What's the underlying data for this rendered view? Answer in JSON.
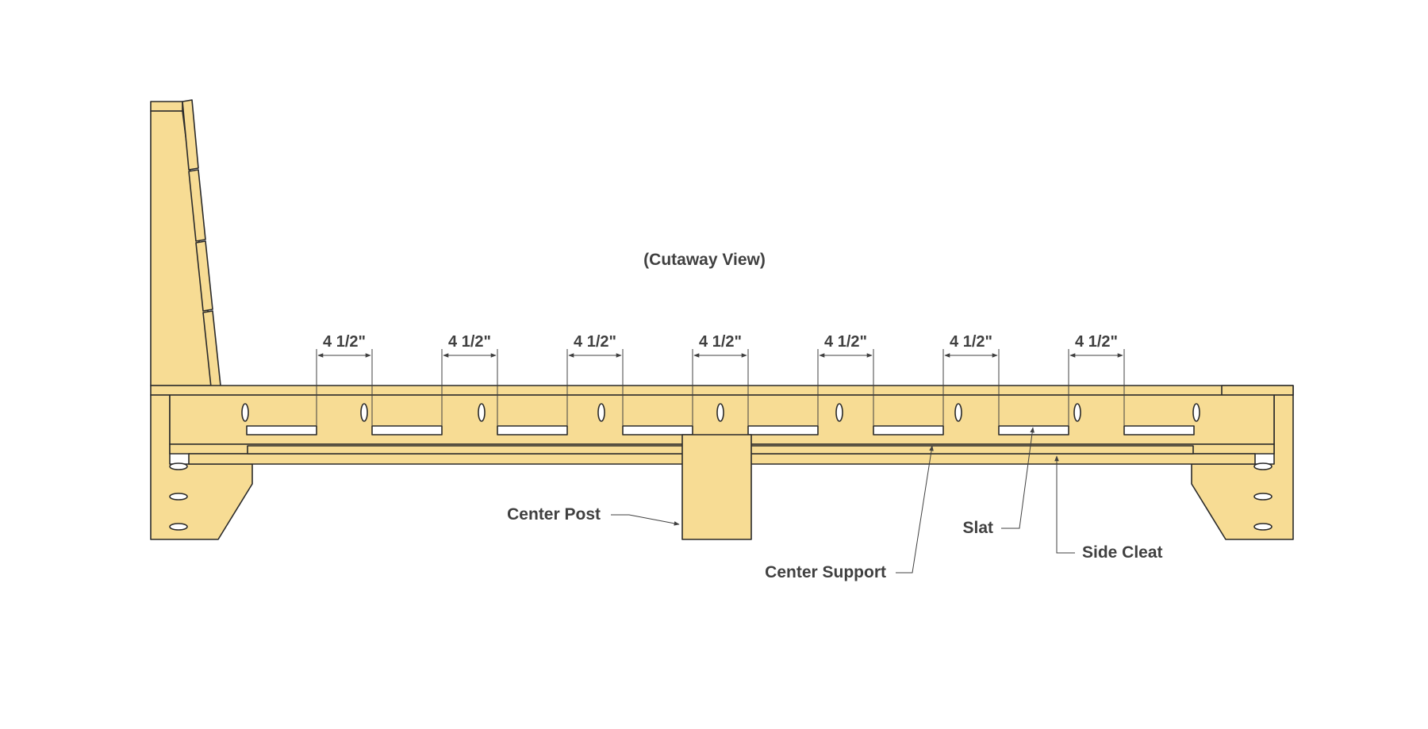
{
  "title": "(Cutaway View)",
  "colors": {
    "wood": "#F7DC94",
    "outline": "#2A2A2A",
    "gap": "#FFFFFF",
    "text": "#404040"
  },
  "dimensions": [
    "4 1/2\"",
    "4 1/2\"",
    "4 1/2\"",
    "4 1/2\"",
    "4 1/2\"",
    "4 1/2\"",
    "4 1/2\""
  ],
  "callouts": {
    "center_post": "Center Post",
    "center_support": "Center Support",
    "slat": "Slat",
    "side_cleat": "Side Cleat"
  }
}
